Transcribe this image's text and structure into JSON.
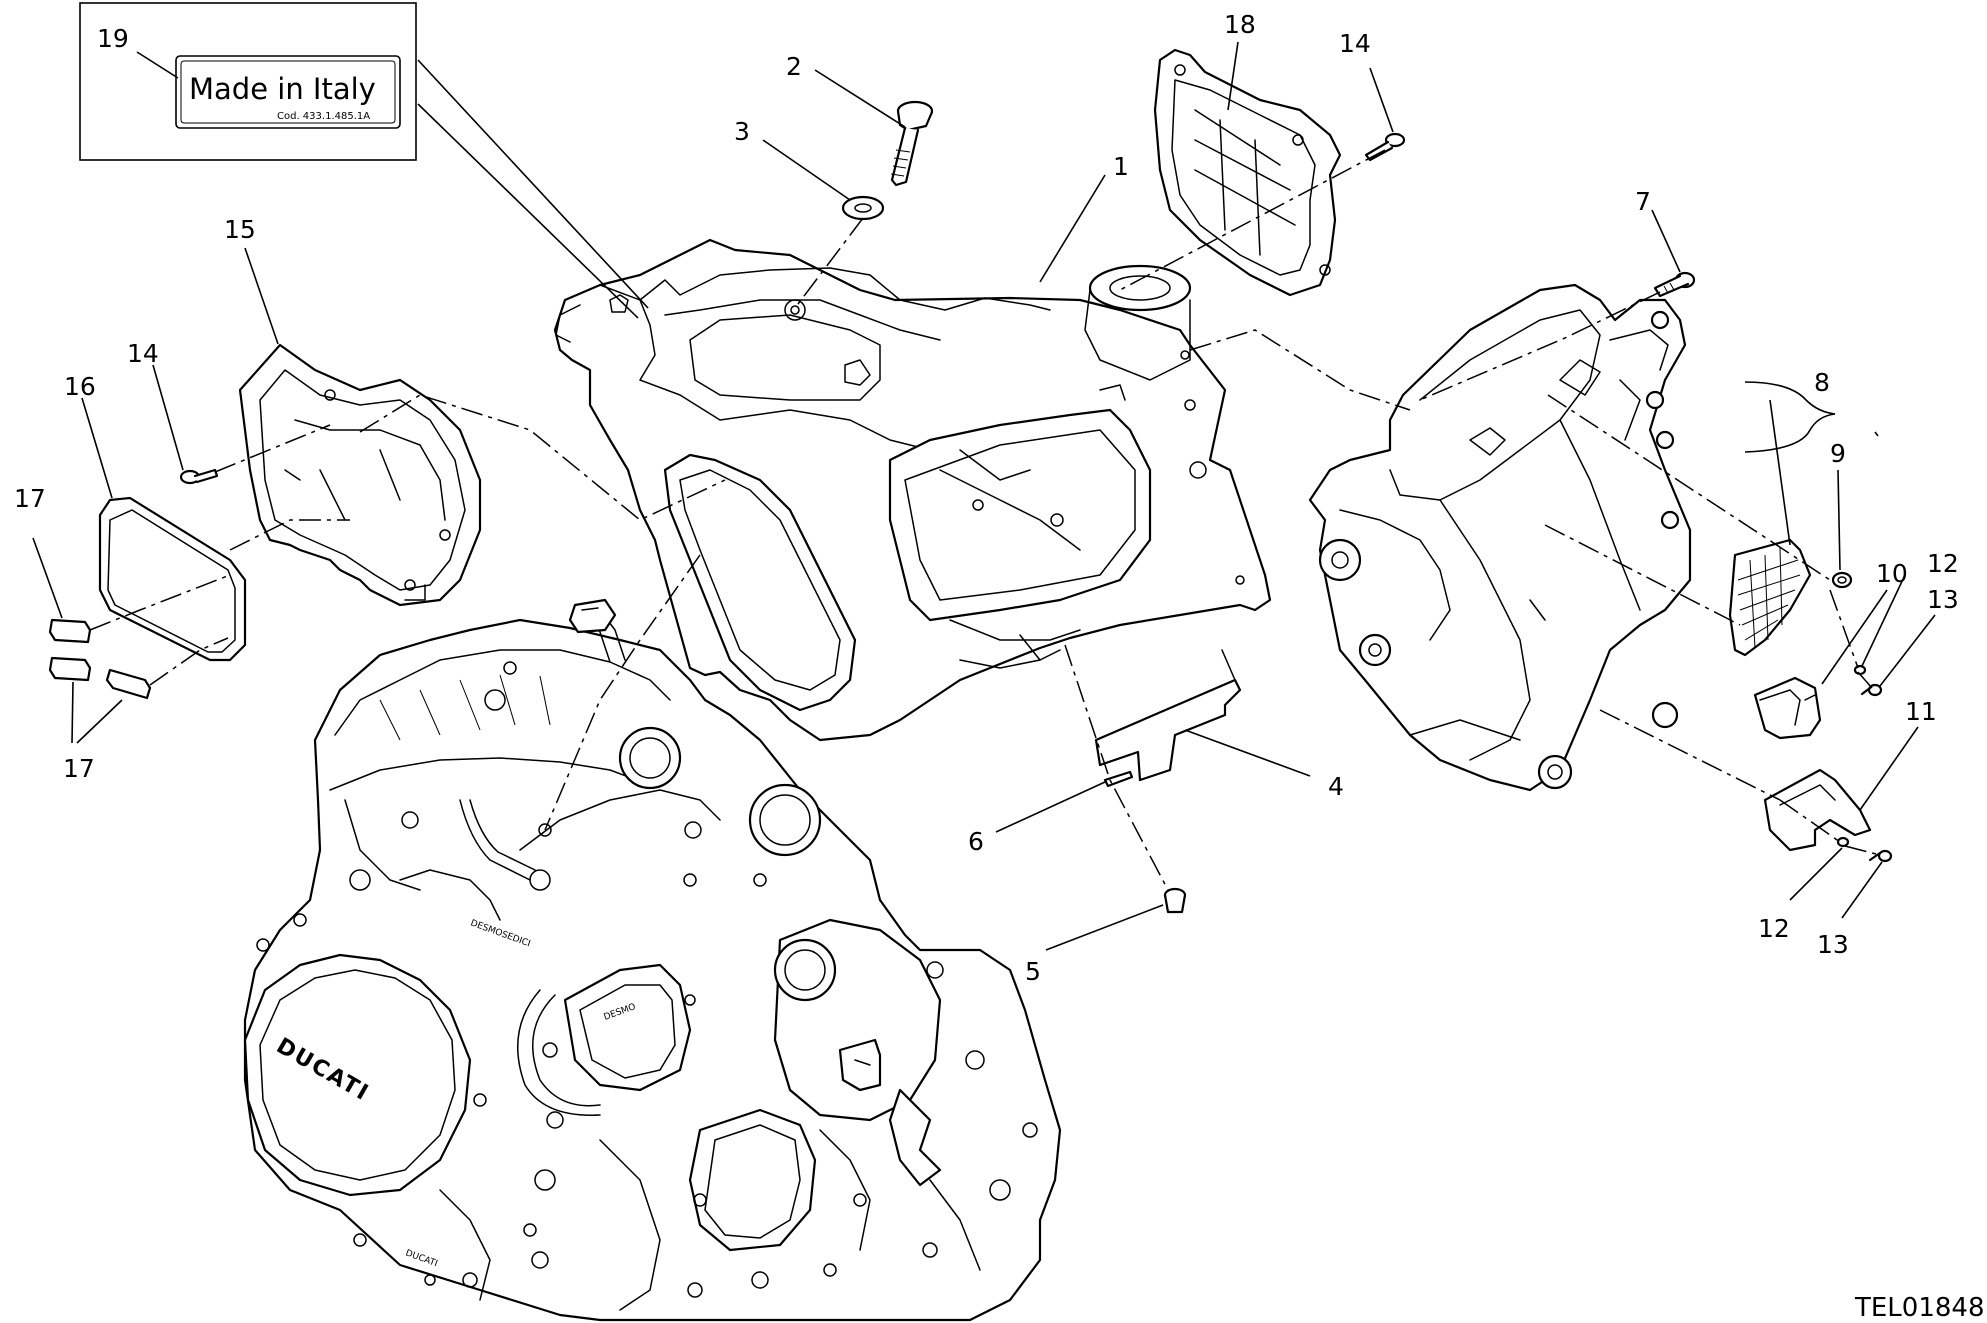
{
  "drawing_code": "TEL01848",
  "label_box": {
    "main_text": "Made in Italy",
    "code_text": "Cod. 433.1.485.1A"
  },
  "engine_stamps": {
    "cover_brand": "DUCATI",
    "plate_text": "DESMO",
    "head_text": "DESMOSEDICI",
    "lower_text": "DUCATI"
  },
  "callouts": [
    {
      "id": "c19",
      "label": "19"
    },
    {
      "id": "c2",
      "label": "2"
    },
    {
      "id": "c3",
      "label": "3"
    },
    {
      "id": "c1",
      "label": "1"
    },
    {
      "id": "c18",
      "label": "18"
    },
    {
      "id": "c14a",
      "label": "14"
    },
    {
      "id": "c7",
      "label": "7"
    },
    {
      "id": "c15",
      "label": "15"
    },
    {
      "id": "c14b",
      "label": "14"
    },
    {
      "id": "c16",
      "label": "16"
    },
    {
      "id": "c17a",
      "label": "17"
    },
    {
      "id": "c17b",
      "label": "17"
    },
    {
      "id": "c8",
      "label": "8"
    },
    {
      "id": "c9",
      "label": "9"
    },
    {
      "id": "c10",
      "label": "10"
    },
    {
      "id": "c12a",
      "label": "12"
    },
    {
      "id": "c13a",
      "label": "13"
    },
    {
      "id": "c11",
      "label": "11"
    },
    {
      "id": "c4",
      "label": "4"
    },
    {
      "id": "c6",
      "label": "6"
    },
    {
      "id": "c5",
      "label": "5"
    },
    {
      "id": "c12b",
      "label": "12"
    },
    {
      "id": "c13b",
      "label": "13"
    }
  ]
}
